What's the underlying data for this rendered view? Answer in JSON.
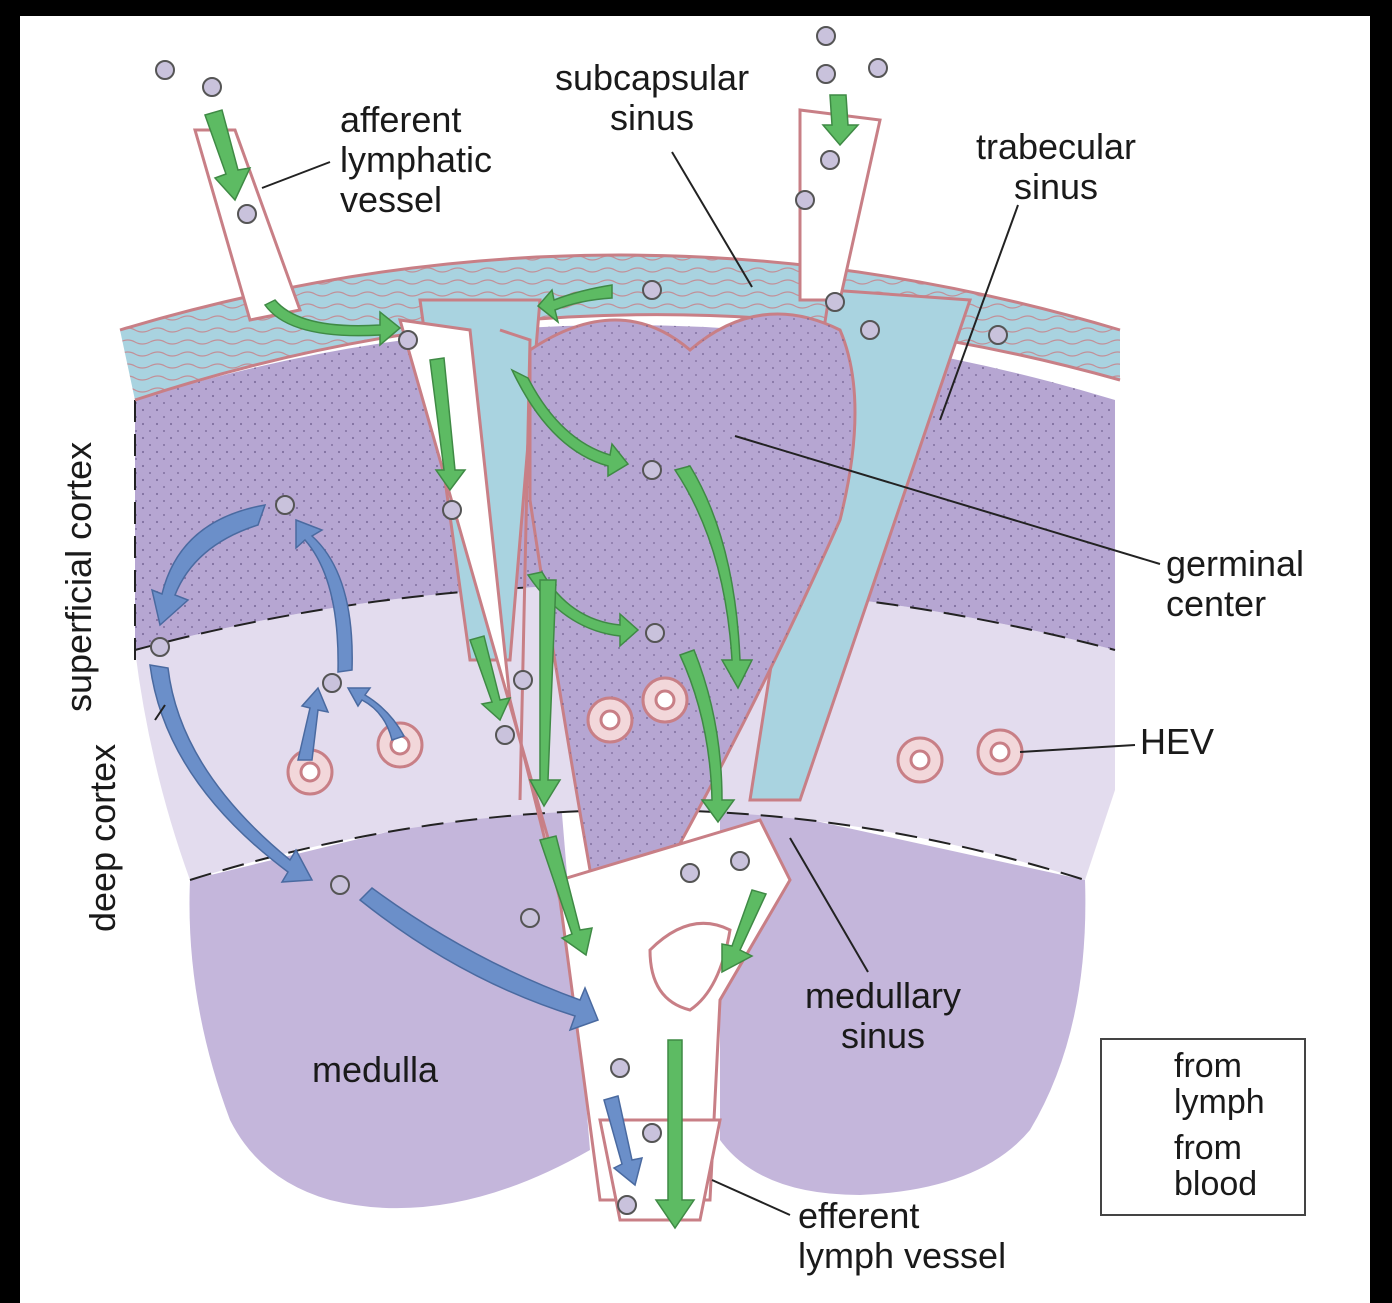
{
  "labels": {
    "subcapsular": [
      "subcapsular",
      "sinus"
    ],
    "afferent": [
      "afferent",
      "lymphatic",
      "vessel"
    ],
    "trabecular": [
      "trabecular",
      "sinus"
    ],
    "germinal": [
      "germinal",
      "center"
    ],
    "hev": "HEV",
    "medullary": [
      "medullary",
      "sinus"
    ],
    "medulla": "medulla",
    "efferent": [
      "efferent",
      "lymph vessel"
    ],
    "superficial_cortex": "superficial cortex",
    "deep_cortex": "deep cortex"
  },
  "legend": [
    {
      "label": [
        "from",
        "lymph"
      ],
      "color": "#5dbb63"
    },
    {
      "label": [
        "from",
        "blood"
      ],
      "color": "#6b8fc9"
    }
  ],
  "colors": {
    "superficial_cortex": "#b6a6d2",
    "deep_cortex": "#e3dcee",
    "medulla": "#c4b6db",
    "capsule": "#a9d3e0",
    "lymph_arrow": "#5dbb63",
    "blood_arrow": "#6b8fc9",
    "vessel_outline": "#c87f86"
  }
}
